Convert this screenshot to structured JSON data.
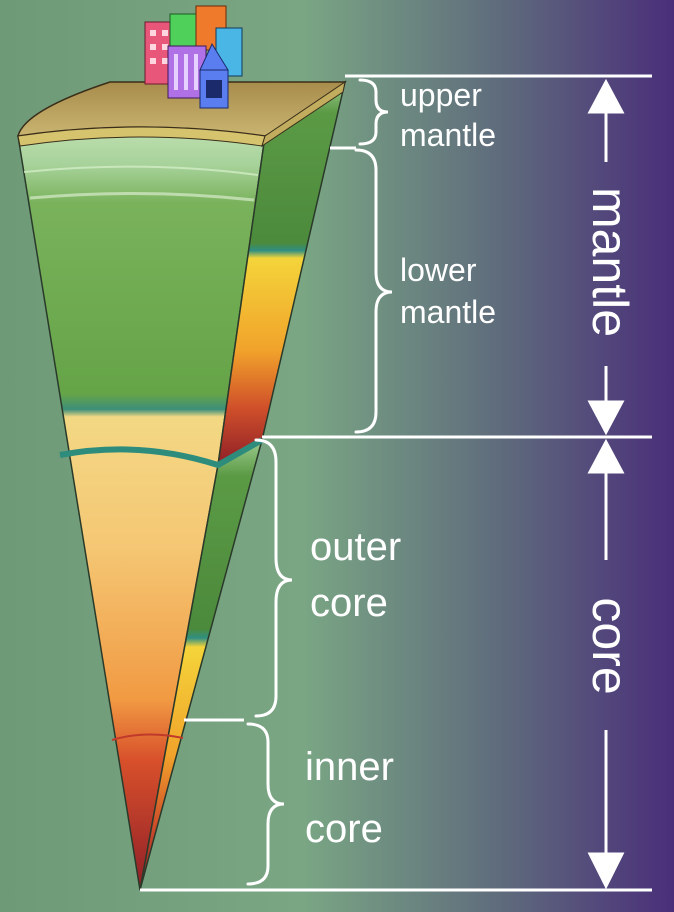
{
  "labels": {
    "upper_mantle": [
      "upper",
      "mantle"
    ],
    "lower_mantle": [
      "lower",
      "mantle"
    ],
    "outer_core": [
      "outer",
      "core"
    ],
    "inner_core": [
      "inner",
      "core"
    ],
    "mantle": "mantle",
    "core": "core"
  },
  "colors": {
    "bg_left": "#6e9a78",
    "bg_right": "#4a2e7a",
    "crust": "#b9a25c",
    "mantle_green": "#5f9f46",
    "outer_core": "#f6c873",
    "inner_core": "#b23524",
    "line": "#ffffff"
  },
  "icons": [
    "buildings-icon"
  ]
}
